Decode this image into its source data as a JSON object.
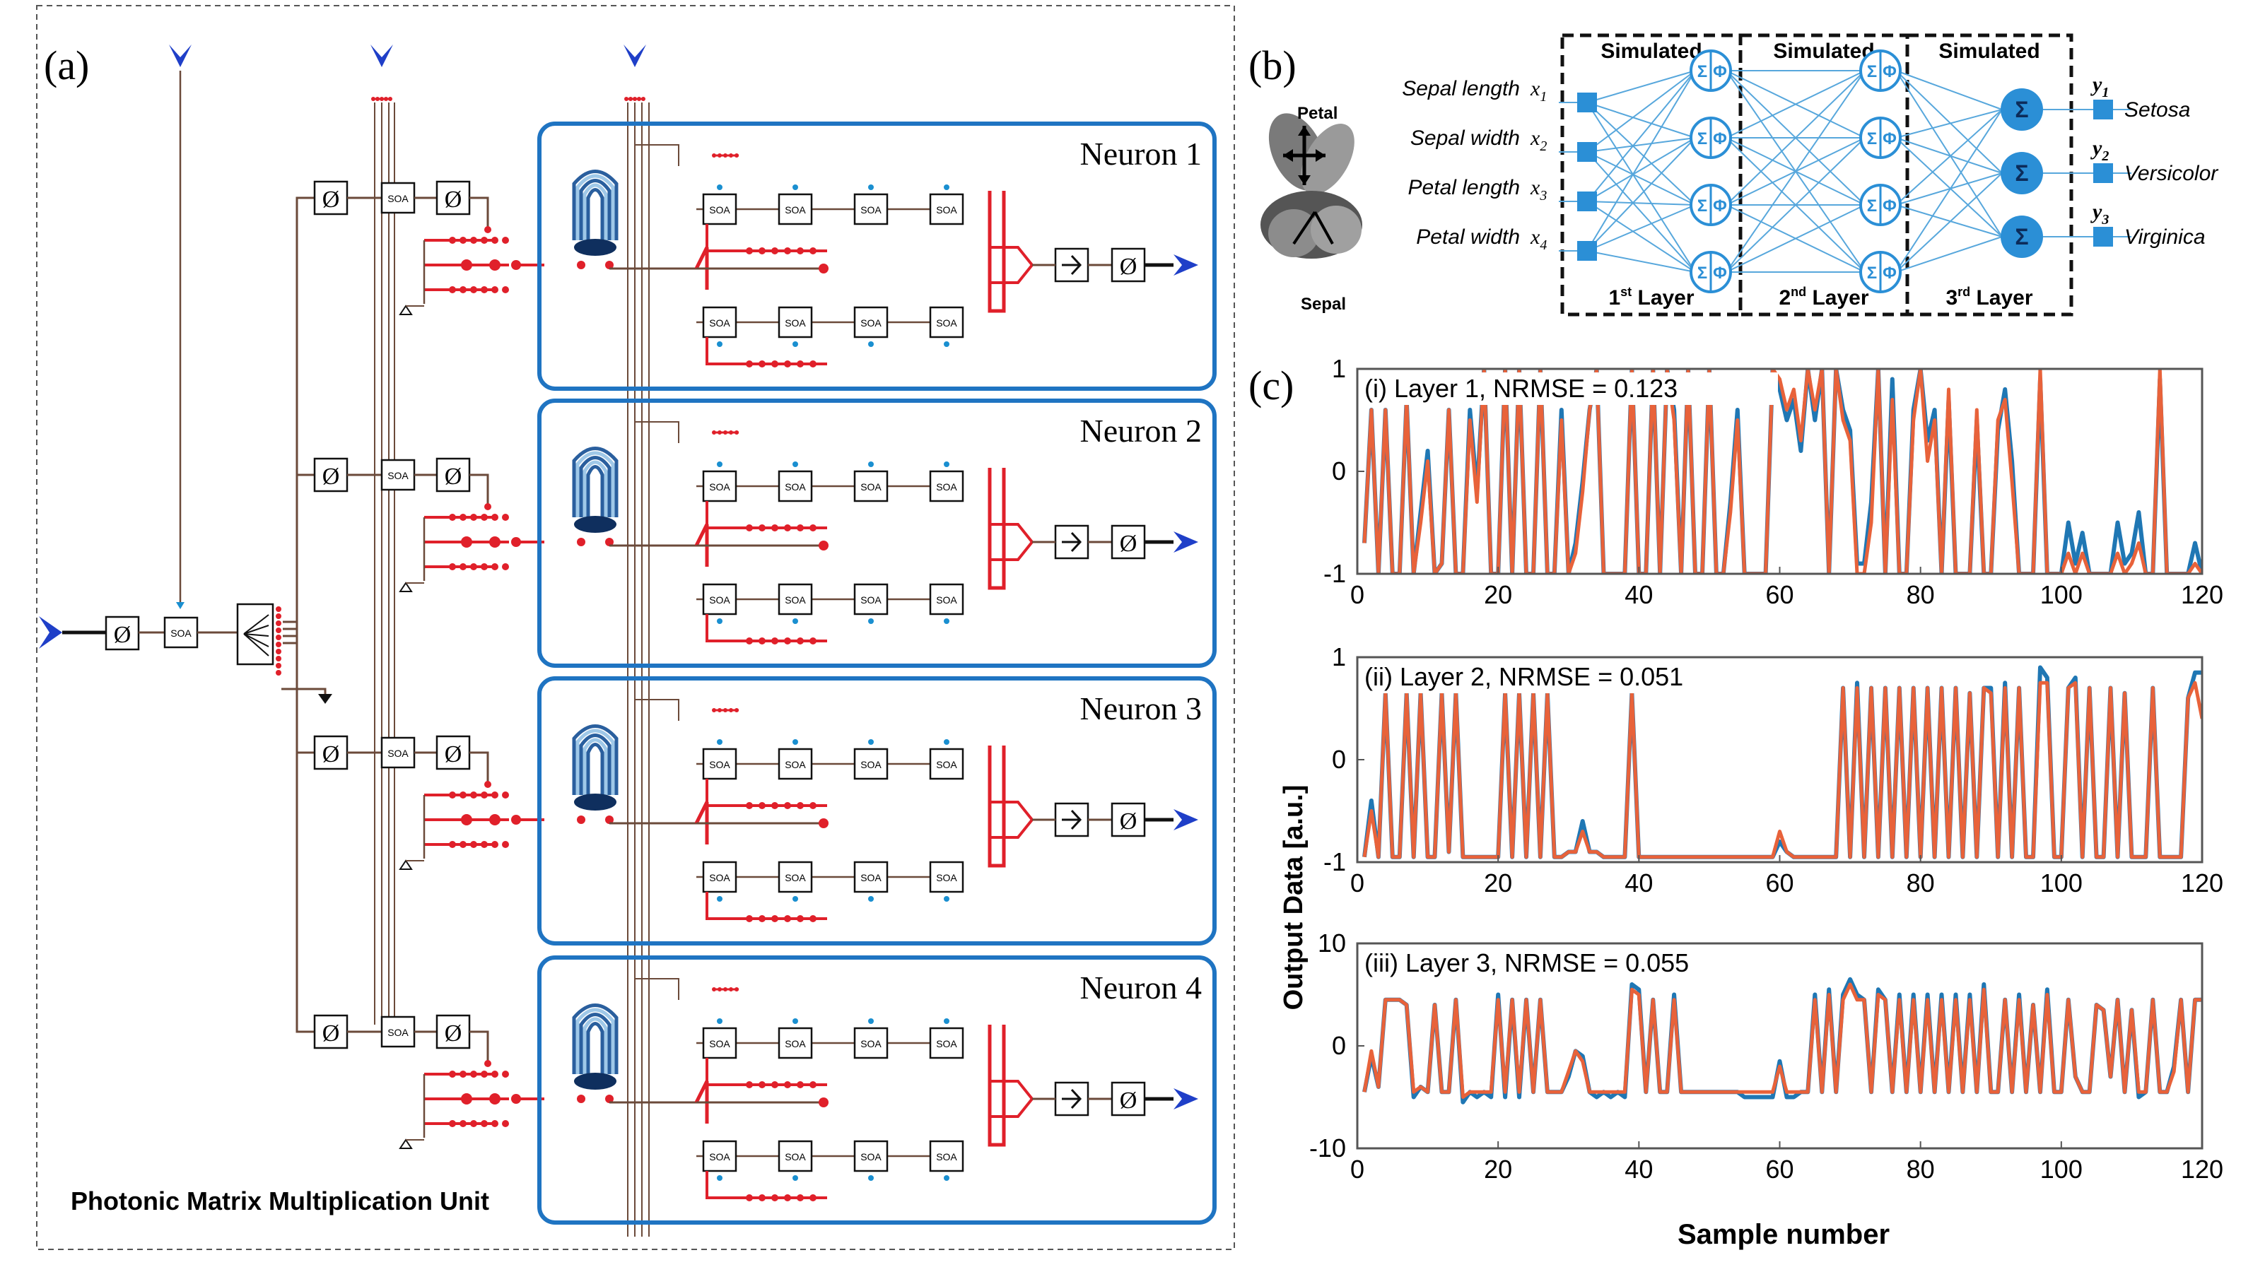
{
  "panel_a": {
    "label": "(a)",
    "caption": "Photonic Matrix Multiplication Unit",
    "soa_label": "SOA",
    "neurons": [
      "Neuron 1",
      "Neuron 2",
      "Neuron 3",
      "Neuron 4"
    ]
  },
  "panel_b": {
    "label": "(b)",
    "flower_top": "Petal",
    "flower_bottom": "Sepal",
    "inputs": [
      {
        "name": "Sepal length",
        "var": "x",
        "sub": "1"
      },
      {
        "name": "Sepal width",
        "var": "x",
        "sub": "2"
      },
      {
        "name": "Petal length",
        "var": "x",
        "sub": "3"
      },
      {
        "name": "Petal width",
        "var": "x",
        "sub": "4"
      }
    ],
    "simulated": "Simulated",
    "layers": [
      {
        "base": "1",
        "sup": "st",
        "rest": " Layer"
      },
      {
        "base": "2",
        "sup": "nd",
        "rest": " Layer"
      },
      {
        "base": "3",
        "sup": "rd",
        "rest": " Layer"
      }
    ],
    "sigma": "Σ",
    "phi": "Φ",
    "outputs": [
      {
        "var": "y",
        "sub": "1",
        "name": "Setosa"
      },
      {
        "var": "y",
        "sub": "2",
        "name": "Versicolor"
      },
      {
        "var": "y",
        "sub": "3",
        "name": "Virginica"
      }
    ]
  },
  "panel_c": {
    "label": "(c)",
    "ylabel": "Output Data [a.u.]",
    "xlabel": "Sample number",
    "colors": {
      "target": "#1f77b4",
      "output": "#e8623a"
    }
  },
  "chart_data": [
    {
      "type": "line",
      "title": "(i) Layer 1, NRMSE = 0.123",
      "xlim": [
        0,
        120
      ],
      "ylim": [
        -1,
        1
      ],
      "xticks": [
        0,
        20,
        40,
        60,
        80,
        100,
        120
      ],
      "yticks": [
        -1,
        0,
        1
      ],
      "x": [
        1,
        2,
        3,
        4,
        5,
        6,
        7,
        8,
        9,
        10,
        11,
        12,
        13,
        14,
        15,
        16,
        17,
        18,
        19,
        20,
        21,
        22,
        23,
        24,
        25,
        26,
        27,
        28,
        29,
        30,
        31,
        32,
        33,
        34,
        35,
        36,
        37,
        38,
        39,
        40,
        41,
        42,
        43,
        44,
        45,
        46,
        47,
        48,
        49,
        50,
        51,
        52,
        53,
        54,
        55,
        56,
        57,
        58,
        59,
        60,
        61,
        62,
        63,
        64,
        65,
        66,
        67,
        68,
        69,
        70,
        71,
        72,
        73,
        74,
        75,
        76,
        77,
        78,
        79,
        80,
        81,
        82,
        83,
        84,
        85,
        86,
        87,
        88,
        89,
        90,
        91,
        92,
        93,
        94,
        95,
        96,
        97,
        98,
        99,
        100,
        101,
        102,
        103,
        104,
        105,
        106,
        107,
        108,
        109,
        110,
        111,
        112,
        113,
        114,
        115,
        116,
        117,
        118,
        119,
        120
      ],
      "series": [
        {
          "values": [
            -0.7,
            0.6,
            -1,
            0.6,
            -1,
            -1,
            0.7,
            -1,
            -0.4,
            0.2,
            -1,
            -0.9,
            0.6,
            -1,
            -1,
            0.6,
            -0.2,
            1,
            -1,
            -1,
            1,
            -1,
            1,
            -1,
            -1,
            1,
            -1,
            -1,
            0.6,
            -1,
            -0.7,
            -0.1,
            0.6,
            1,
            -1,
            -1,
            -1,
            -1,
            1,
            -1,
            -1,
            1,
            -1,
            1,
            0.6,
            -1,
            1,
            -1,
            -1,
            1,
            -1,
            -1,
            -0.3,
            0.6,
            -1,
            -1,
            -1,
            -1,
            1,
            0.8,
            0.5,
            0.7,
            0.2,
            1,
            0.5,
            1,
            -1,
            1,
            0.6,
            0.4,
            -0.9,
            -0.9,
            -0.3,
            1,
            -1,
            0.9,
            -1,
            -1,
            0.6,
            1,
            0.3,
            0.6,
            -1,
            0.7,
            -1,
            -1,
            -1,
            0.5,
            -1,
            -1,
            0.4,
            0.8,
            0.1,
            -1,
            -1,
            -1,
            0.9,
            -1,
            -1,
            -1,
            -0.5,
            -0.9,
            -0.6,
            -1,
            -1,
            -1,
            -1,
            -0.5,
            -0.9,
            -0.8,
            -0.4,
            -1,
            -1,
            0.9,
            -1,
            -1,
            -1,
            -1,
            -0.7,
            -1
          ]
        },
        {
          "values": [
            -0.7,
            0.6,
            -1,
            0.6,
            -1,
            -1,
            0.7,
            -1,
            -0.5,
            0.1,
            -1,
            -0.9,
            0.6,
            -1,
            -1,
            0.5,
            -0.3,
            1,
            -1,
            -1,
            1,
            -1,
            1,
            -1,
            -1,
            1,
            -1,
            -1,
            0.5,
            -1,
            -0.8,
            -0.2,
            0.6,
            1,
            -1,
            -1,
            -1,
            -1,
            1,
            -1,
            -1,
            1,
            -1,
            1,
            0.5,
            -1,
            1,
            -1,
            -1,
            1,
            -1,
            -1,
            -0.4,
            0.5,
            -1,
            -1,
            -1,
            -1,
            1,
            0.9,
            0.6,
            0.8,
            0.3,
            1,
            0.6,
            1,
            -1,
            1,
            0.5,
            0.3,
            -1,
            -1,
            -0.5,
            1,
            -1,
            0.7,
            -1,
            -1,
            0.5,
            1,
            0.1,
            0.5,
            -1,
            0.8,
            -1,
            -1,
            -1,
            0.6,
            -1,
            -1,
            0.5,
            0.7,
            -0.1,
            -1,
            -1,
            -1,
            1,
            -1,
            -1,
            -1,
            -0.8,
            -1,
            -0.8,
            -1,
            -1,
            -1,
            -1,
            -0.8,
            -1,
            -0.9,
            -0.7,
            -1,
            -1,
            1,
            -1,
            -1,
            -1,
            -1,
            -0.9,
            -1
          ]
        }
      ]
    },
    {
      "type": "line",
      "title": "(ii) Layer 2, NRMSE = 0.051",
      "xlim": [
        0,
        120
      ],
      "ylim": [
        -1,
        1
      ],
      "xticks": [
        0,
        20,
        40,
        60,
        80,
        100,
        120
      ],
      "yticks": [
        -1,
        0,
        1
      ],
      "x": [
        1,
        2,
        3,
        4,
        5,
        6,
        7,
        8,
        9,
        10,
        11,
        12,
        13,
        14,
        15,
        16,
        17,
        18,
        19,
        20,
        21,
        22,
        23,
        24,
        25,
        26,
        27,
        28,
        29,
        30,
        31,
        32,
        33,
        34,
        35,
        36,
        37,
        38,
        39,
        40,
        41,
        42,
        43,
        44,
        45,
        46,
        47,
        48,
        49,
        50,
        51,
        52,
        53,
        54,
        55,
        56,
        57,
        58,
        59,
        60,
        61,
        62,
        63,
        64,
        65,
        66,
        67,
        68,
        69,
        70,
        71,
        72,
        73,
        74,
        75,
        76,
        77,
        78,
        79,
        80,
        81,
        82,
        83,
        84,
        85,
        86,
        87,
        88,
        89,
        90,
        91,
        92,
        93,
        94,
        95,
        96,
        97,
        98,
        99,
        100,
        101,
        102,
        103,
        104,
        105,
        106,
        107,
        108,
        109,
        110,
        111,
        112,
        113,
        114,
        115,
        116,
        117,
        118,
        119,
        120
      ],
      "series": [
        {
          "values": [
            -0.95,
            -0.4,
            -0.95,
            0.65,
            -0.95,
            -0.95,
            0.65,
            -0.95,
            0.65,
            -0.95,
            -0.95,
            0.65,
            -0.9,
            0.65,
            -0.95,
            -0.95,
            -0.95,
            -0.95,
            -0.95,
            -0.95,
            0.65,
            -0.95,
            0.65,
            -0.95,
            0.65,
            -0.95,
            0.65,
            -0.95,
            -0.95,
            -0.9,
            -0.9,
            -0.6,
            -0.9,
            -0.9,
            -0.95,
            -0.95,
            -0.95,
            -0.95,
            0.65,
            -0.95,
            -0.95,
            -0.95,
            -0.95,
            -0.95,
            -0.95,
            -0.95,
            -0.95,
            -0.95,
            -0.95,
            -0.95,
            -0.95,
            -0.95,
            -0.95,
            -0.95,
            -0.95,
            -0.95,
            -0.95,
            -0.95,
            -0.95,
            -0.8,
            -0.9,
            -0.95,
            -0.95,
            -0.95,
            -0.95,
            -0.95,
            -0.95,
            -0.95,
            0.7,
            -0.95,
            0.75,
            -0.95,
            0.7,
            -0.95,
            0.7,
            -0.95,
            0.7,
            -0.95,
            0.7,
            -0.95,
            0.7,
            -0.95,
            0.7,
            -0.95,
            0.7,
            -0.95,
            0.65,
            -0.95,
            0.7,
            0.7,
            -0.95,
            0.75,
            -0.95,
            0.7,
            -0.95,
            -0.95,
            0.9,
            0.8,
            -0.95,
            -0.95,
            0.7,
            0.8,
            -0.95,
            0.7,
            -0.95,
            -0.95,
            0.7,
            -0.95,
            0.65,
            -0.95,
            -0.95,
            -0.95,
            0.7,
            -0.95,
            -0.95,
            -0.95,
            -0.95,
            0.6,
            0.85,
            0.85
          ]
        },
        {
          "values": [
            -0.95,
            -0.5,
            -0.95,
            0.65,
            -0.95,
            -0.95,
            0.65,
            -0.95,
            0.65,
            -0.95,
            -0.95,
            0.65,
            -0.9,
            0.65,
            -0.95,
            -0.95,
            -0.95,
            -0.95,
            -0.95,
            -0.95,
            0.65,
            -0.95,
            0.65,
            -0.95,
            0.65,
            -0.95,
            0.65,
            -0.95,
            -0.95,
            -0.9,
            -0.9,
            -0.7,
            -0.9,
            -0.9,
            -0.95,
            -0.95,
            -0.95,
            -0.95,
            0.65,
            -0.95,
            -0.95,
            -0.95,
            -0.95,
            -0.95,
            -0.95,
            -0.95,
            -0.95,
            -0.95,
            -0.95,
            -0.95,
            -0.95,
            -0.95,
            -0.95,
            -0.95,
            -0.95,
            -0.95,
            -0.95,
            -0.95,
            -0.95,
            -0.7,
            -0.9,
            -0.95,
            -0.95,
            -0.95,
            -0.95,
            -0.95,
            -0.95,
            -0.95,
            0.7,
            -0.95,
            0.7,
            -0.95,
            0.7,
            -0.95,
            0.7,
            -0.95,
            0.7,
            -0.95,
            0.7,
            -0.95,
            0.7,
            -0.95,
            0.7,
            -0.95,
            0.7,
            -0.95,
            0.65,
            -0.95,
            0.7,
            0.65,
            -0.95,
            0.7,
            -0.95,
            0.7,
            -0.95,
            -0.95,
            0.75,
            0.75,
            -0.95,
            -0.95,
            0.7,
            0.75,
            -0.95,
            0.7,
            -0.95,
            -0.95,
            0.7,
            -0.95,
            0.65,
            -0.95,
            -0.95,
            -0.95,
            0.7,
            -0.95,
            -0.95,
            -0.95,
            -0.95,
            0.6,
            0.75,
            0.4
          ]
        }
      ]
    },
    {
      "type": "line",
      "title": "(iii) Layer 3, NRMSE = 0.055",
      "xlim": [
        0,
        120
      ],
      "ylim": [
        -10,
        10
      ],
      "xticks": [
        0,
        20,
        40,
        60,
        80,
        100,
        120
      ],
      "yticks": [
        -10,
        0,
        10
      ],
      "x": [
        1,
        2,
        3,
        4,
        5,
        6,
        7,
        8,
        9,
        10,
        11,
        12,
        13,
        14,
        15,
        16,
        17,
        18,
        19,
        20,
        21,
        22,
        23,
        24,
        25,
        26,
        27,
        28,
        29,
        30,
        31,
        32,
        33,
        34,
        35,
        36,
        37,
        38,
        39,
        40,
        41,
        42,
        43,
        44,
        45,
        46,
        47,
        48,
        49,
        50,
        51,
        52,
        53,
        54,
        55,
        56,
        57,
        58,
        59,
        60,
        61,
        62,
        63,
        64,
        65,
        66,
        67,
        68,
        69,
        70,
        71,
        72,
        73,
        74,
        75,
        76,
        77,
        78,
        79,
        80,
        81,
        82,
        83,
        84,
        85,
        86,
        87,
        88,
        89,
        90,
        91,
        92,
        93,
        94,
        95,
        96,
        97,
        98,
        99,
        100,
        101,
        102,
        103,
        104,
        105,
        106,
        107,
        108,
        109,
        110,
        111,
        112,
        113,
        114,
        115,
        116,
        117,
        118,
        119,
        120
      ],
      "series": [
        {
          "values": [
            -4.5,
            -1,
            -4,
            4.5,
            4.5,
            4.5,
            4,
            -5,
            -4,
            -4.5,
            4,
            -4.5,
            -4.5,
            4.5,
            -5.5,
            -4.5,
            -5,
            -4.5,
            -5,
            5,
            -5,
            4.5,
            -5,
            4.5,
            -4.5,
            4.5,
            -4.5,
            -4.5,
            -4.5,
            -3,
            -0.5,
            -1,
            -4.5,
            -5,
            -4.5,
            -5,
            -4.5,
            -5,
            6,
            5.5,
            -4.5,
            4.5,
            -4.5,
            -4.5,
            5,
            -4.5,
            -4.5,
            -4.5,
            -4.5,
            -4.5,
            -4.5,
            -4.5,
            -4.5,
            -4.5,
            -5,
            -5,
            -5,
            -5,
            -5,
            -1.5,
            -5,
            -5,
            -4.5,
            -4.5,
            5,
            -4.5,
            5.5,
            -4.5,
            5,
            6.5,
            5,
            4.5,
            -4.5,
            5.5,
            4.5,
            -4.5,
            5,
            -4.5,
            5,
            -4.5,
            5,
            -4.5,
            5,
            -4.5,
            5,
            -4.5,
            5,
            -4.5,
            6,
            -4.5,
            -4.5,
            4.5,
            -4.5,
            5,
            -4.5,
            4,
            -4.5,
            5.5,
            -4.5,
            -4.5,
            4.5,
            -3,
            -4.5,
            -4.5,
            4,
            3.5,
            -3,
            4.5,
            -4.5,
            3.5,
            -5,
            -4.5,
            4.5,
            -4.5,
            -4.5,
            -2,
            4.5,
            -4.5,
            4.5,
            4.5
          ]
        },
        {
          "values": [
            -4.5,
            -0.5,
            -4,
            4.5,
            4.5,
            4.5,
            4,
            -4.5,
            -4,
            -4.5,
            4,
            -4.5,
            -4.5,
            4.5,
            -5,
            -4.5,
            -4.5,
            -4.5,
            -4.5,
            4.5,
            -4.5,
            4.5,
            -4.5,
            4.5,
            -4.5,
            4.5,
            -4.5,
            -4.5,
            -4.5,
            -2.5,
            -0.5,
            -1.5,
            -4.5,
            -4.5,
            -4.5,
            -4.5,
            -4.5,
            -4.5,
            5.5,
            5,
            -4.5,
            4.5,
            -4.5,
            -4.5,
            4.5,
            -4.5,
            -4.5,
            -4.5,
            -4.5,
            -4.5,
            -4.5,
            -4.5,
            -4.5,
            -4.5,
            -4.5,
            -4.5,
            -4.5,
            -4.5,
            -4.5,
            -2,
            -4.5,
            -4.5,
            -4.5,
            -4.5,
            4.5,
            -4.5,
            5,
            -4.5,
            4.5,
            6,
            4.5,
            4.5,
            -4.5,
            5,
            4.5,
            -4.5,
            4.5,
            -4.5,
            4.5,
            -4.5,
            4.5,
            -4.5,
            4.5,
            -4.5,
            4.5,
            -4.5,
            4.5,
            -4.5,
            5.5,
            -4.5,
            -4.5,
            4.5,
            -4.5,
            4.5,
            -4.5,
            4,
            -4.5,
            5,
            -4.5,
            -4.5,
            4.5,
            -3,
            -4.5,
            -4.5,
            4,
            3.5,
            -3,
            4.5,
            -4.5,
            3.5,
            -4.5,
            -4.5,
            4.5,
            -4.5,
            -4.5,
            -2.5,
            4.5,
            -4.5,
            4.5,
            4.5
          ]
        }
      ]
    }
  ]
}
